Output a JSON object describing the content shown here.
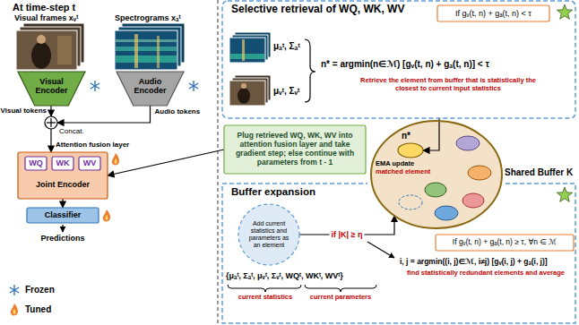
{
  "diagram": {
    "nodes": [
      {
        "text": [
          "Visual Encoder"
        ]
      },
      {
        "text": [
          "Audio Encoder"
        ]
      },
      {
        "text": [
          "Concat."
        ]
      },
      {
        "text": [
          "Attention fusion layer",
          "Joint Encoder"
        ]
      },
      {
        "text": [
          "WQ"
        ],
        "in": 3
      },
      {
        "text": [
          "WK"
        ],
        "in": 3
      },
      {
        "text": [
          "WV"
        ],
        "in": 3
      },
      {
        "text": [
          "Classifier"
        ]
      },
      {
        "text": [
          "Selective retrieval of WQ, WK, WV"
        ]
      },
      {
        "text": [
          "If gᵥ(t, n) + gₐ(t, n) < τ"
        ],
        "in": 8
      },
      {
        "text": [
          "Plug retrieved WQ, WK, WV into attention fusion layer and take gradient step; else continue with parameters from t - 1"
        ]
      },
      {
        "text": [
          "Shared Buffer K"
        ]
      },
      {
        "text": [
          "n*"
        ],
        "in": 11
      },
      {
        "text": [
          "Buffer expansion"
        ]
      },
      {
        "text": [
          "If gᵥ(t, n) + gₐ(t, n) ≥ τ, ∀n ∈ ℳ"
        ],
        "in": 13
      },
      {
        "text": [
          "Add current statistics and parameters as an element"
        ],
        "in": 13
      }
    ],
    "edges": [
      {
        "from": 0,
        "to": 2,
        "arrow": "to",
        "label": "Visual tokens"
      },
      {
        "from": 1,
        "to": 2,
        "arrow": "to",
        "label": "Audio tokens"
      },
      {
        "from": 2,
        "to": 3,
        "arrow": "to"
      },
      {
        "from": 3,
        "to": 7,
        "arrow": "to"
      },
      {
        "from": 10,
        "to": 3,
        "arrow": "to"
      },
      {
        "from": 8,
        "to": 12,
        "arrow": "to"
      },
      {
        "from": 15,
        "to": 11,
        "arrow": "to",
        "label": "if |K| ≥ η"
      }
    ],
    "labels": [
      "At time-step t",
      "Visual frames xᵥᵗ",
      "Spectrograms xₐᵗ",
      "Predictions",
      "μₐᵗ, Σₐᵗ",
      "μᵥᵗ, Σᵥᵗ",
      "n* = argmin(n∈ℳ) [gᵥ(t, n) + gₐ(t, n)] < τ",
      "Retrieve the element from buffer that is statistically the closest to current input statistics",
      "EMA update",
      "matched element",
      "{μₐᵗ, Σₐᵗ, μᵥᵗ, Σᵥᵗ, WQᵗ, WKᵗ, WVᵗ}",
      "current statistics",
      "current parameters",
      "i, j = argmin((i, j)∈ℳ, i≠j) [gᵥ(i, j) + gₐ(i, j)]",
      "find statistically redundant elements and average"
    ],
    "legend": [
      {
        "text": "Frozen"
      },
      {
        "text": "Tuned"
      }
    ]
  }
}
